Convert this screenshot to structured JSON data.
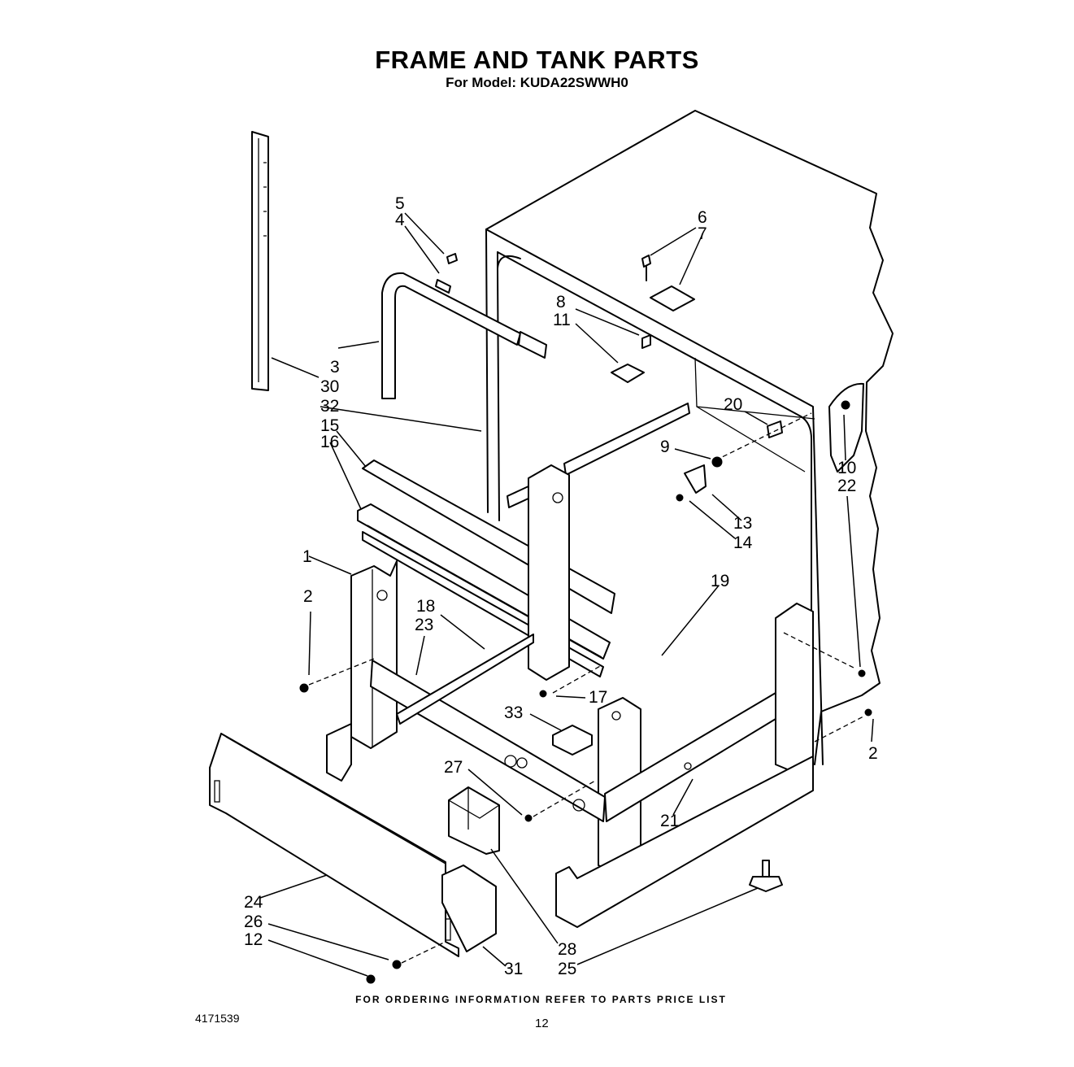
{
  "header": {
    "title": "FRAME AND TANK PARTS",
    "subtitle": "For Model: KUDA22SWWH0"
  },
  "callouts": {
    "c1": "1",
    "c2a": "2",
    "c2b": "2",
    "c3": "3",
    "c4": "4",
    "c5": "5",
    "c6": "6",
    "c7": "7",
    "c8": "8",
    "c9": "9",
    "c10": "10",
    "c11": "11",
    "c12": "12",
    "c13": "13",
    "c14": "14",
    "c15": "15",
    "c16": "16",
    "c17": "17",
    "c18": "18",
    "c19": "19",
    "c20": "20",
    "c21": "21",
    "c22": "22",
    "c23": "23",
    "c24": "24",
    "c25": "25",
    "c26": "26",
    "c27": "27",
    "c28": "28",
    "c30": "30",
    "c31": "31",
    "c32": "32",
    "c33": "33"
  },
  "footer": {
    "note": "FOR ORDERING INFORMATION REFER TO PARTS PRICE LIST",
    "doc_number": "4171539",
    "page_number": "12"
  }
}
